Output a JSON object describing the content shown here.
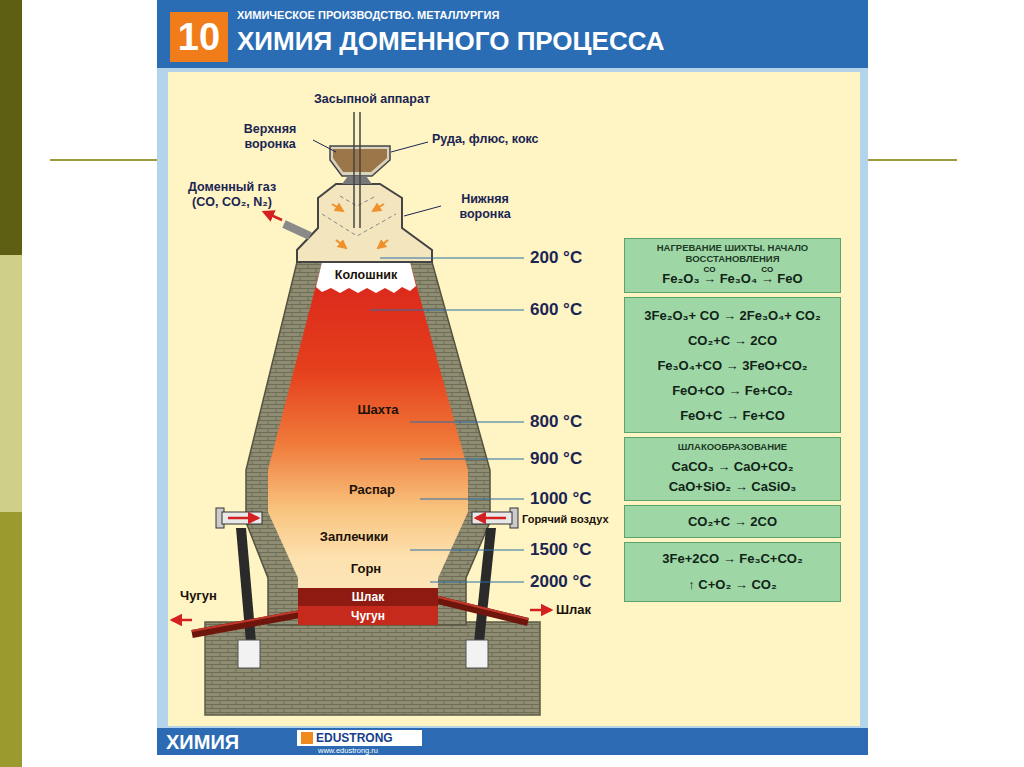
{
  "diagram": {
    "title": "ХИМИЯ ДОМЕННОГО ПРОЦЕССА",
    "nodes": [
      {
        "text": [
          "10"
        ]
      },
      {
        "text": [
          "НАГРЕВАНИЕ ШИХТЫ. НАЧАЛО ВОССТАНОВЛЕНИЯ",
          "Fe₂O₃ → Fe₃O₄ → FeO"
        ]
      },
      {
        "text": [
          "3Fe₂O₃+ CO → 2Fe₃O₄+ CO₂",
          "CO₂+C → 2CO",
          "Fe₃O₄+CO → 3FeO+CO₂",
          "FeO+CO → Fe+CO₂",
          "FeO+C → Fe+CO"
        ]
      },
      {
        "text": [
          "ШЛАКООБРАЗОВАНИЕ",
          "CaCO₃ → CaO+CO₂",
          "CaO+SiO₂ → CaSiO₃"
        ]
      },
      {
        "text": [
          "CO₂+C → 2CO"
        ]
      },
      {
        "text": [
          "3Fe+2CO → Fe₃C+CO₂",
          "↑ C+O₂ → CO₂"
        ]
      },
      {
        "text": [
          "Колошник"
        ]
      },
      {
        "text": [
          "Шлак"
        ]
      },
      {
        "text": [
          "Чугун"
        ]
      }
    ],
    "labels": [
      "ХИМИЧЕСКОЕ ПРОИЗВОДСТВО. МЕТАЛЛУРГИЯ",
      "Засыпной аппарат",
      "Верхняя воронка",
      "Руда, флюс, кокс",
      "Доменный газ (CO, CO₂, N₂)",
      "Нижняя воронка",
      "Шахта",
      "Распар",
      "Заплечики",
      "Горн",
      "Горячий воздух",
      "Чугун",
      "Шлак",
      "200 °C",
      "600 °C",
      "800 °C",
      "900 °C",
      "1000 °C",
      "1500 °C",
      "2000 °C",
      "CO",
      "CO",
      "ХИМИЯ",
      "EDUSTRONG",
      "www.edustrong.ru"
    ]
  }
}
